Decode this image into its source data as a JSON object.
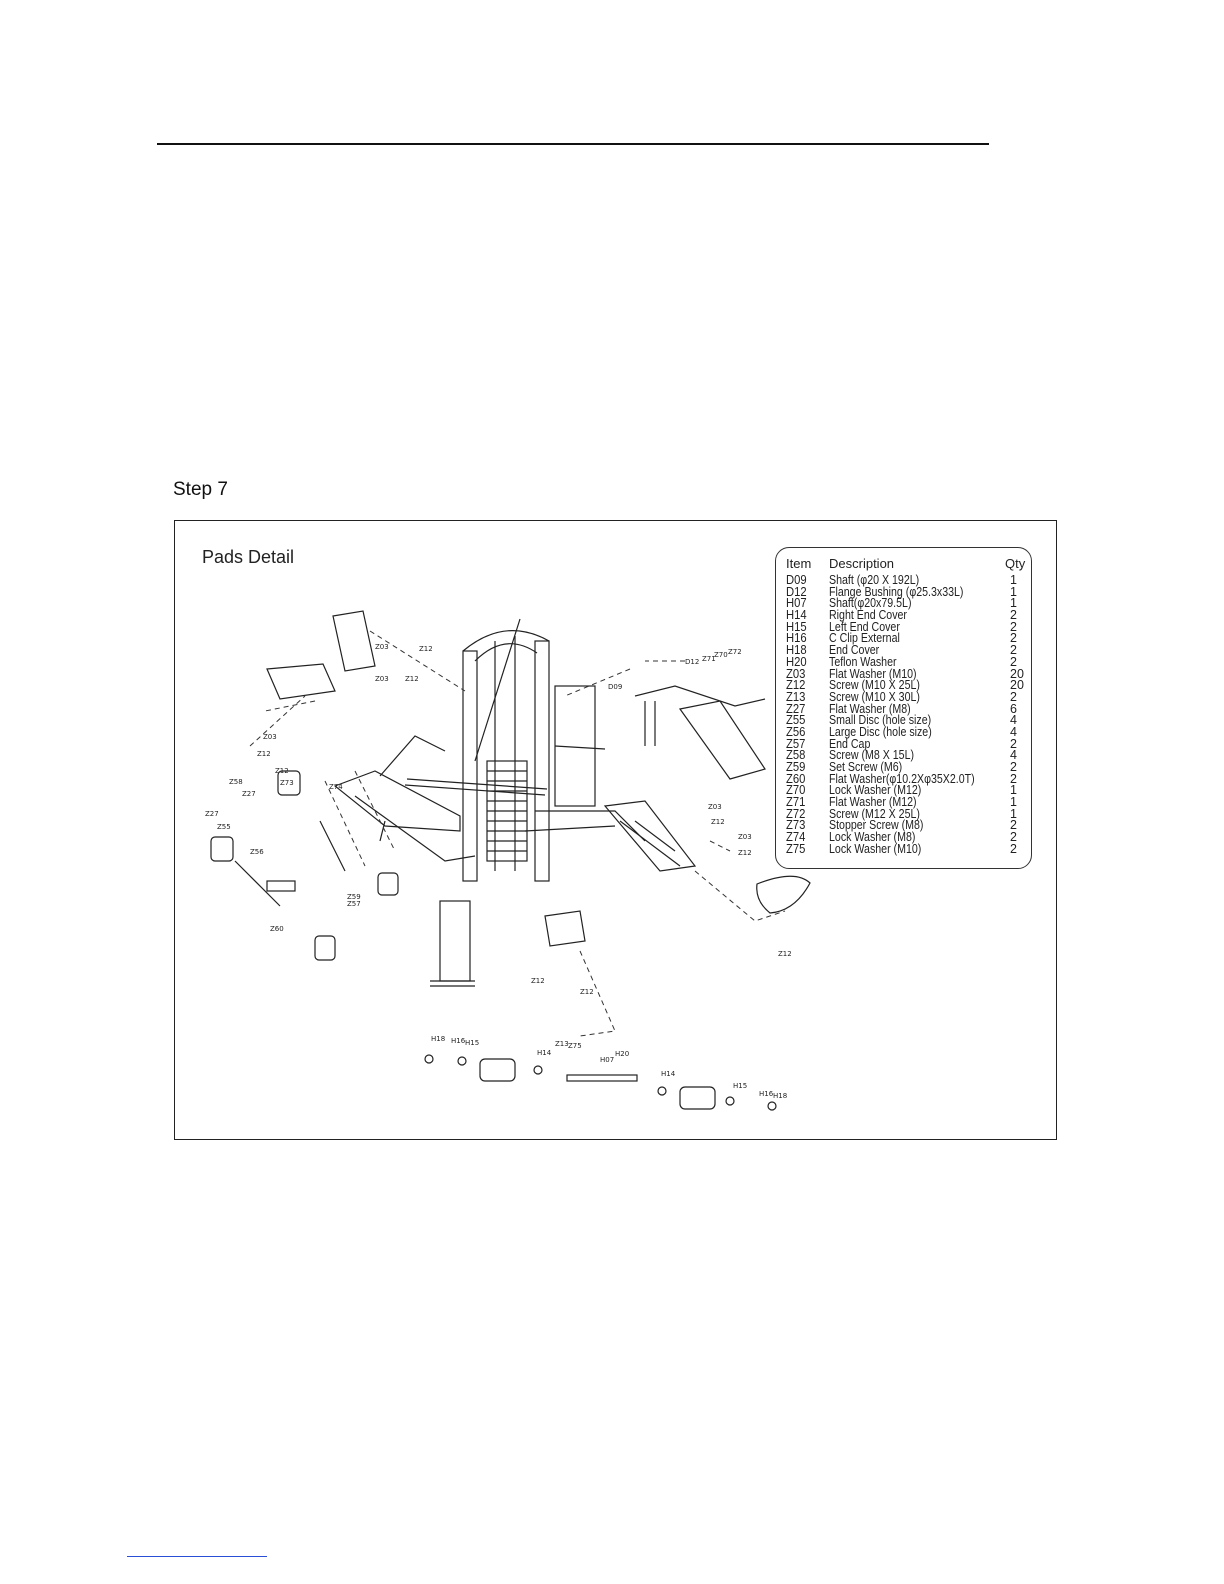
{
  "step": {
    "title": "Step 7"
  },
  "panel": {
    "title": "Pads Detail"
  },
  "parts_table": {
    "headers": {
      "item": "Item",
      "description": "Description",
      "qty": "Qty"
    },
    "rows": [
      {
        "item": "D09",
        "description": "Shaft (φ20 X 192L)",
        "qty": "1"
      },
      {
        "item": "D12",
        "description": "Flange Bushing (φ25.3x33L)",
        "qty": "1"
      },
      {
        "item": "H07",
        "description": "Shaft(φ20x79.5L)",
        "qty": "1"
      },
      {
        "item": "H14",
        "description": "Right End Cover",
        "qty": "2"
      },
      {
        "item": "H15",
        "description": "Left End Cover",
        "qty": "2"
      },
      {
        "item": "H16",
        "description": "C Clip External",
        "qty": "2"
      },
      {
        "item": "H18",
        "description": "End Cover",
        "qty": "2"
      },
      {
        "item": "H20",
        "description": "Teflon Washer",
        "qty": "2"
      },
      {
        "item": "Z03",
        "description": "Flat Washer  (M10)",
        "qty": "20"
      },
      {
        "item": "Z12",
        "description": "Screw  (M10 X 25L)",
        "qty": "20"
      },
      {
        "item": "Z13",
        "description": "Screw  (M10 X 30L)",
        "qty": "2"
      },
      {
        "item": "Z27",
        "description": "Flat Washer (M8)",
        "qty": "6"
      },
      {
        "item": "Z55",
        "description": "Small Disc (hole size)",
        "qty": "4"
      },
      {
        "item": "Z56",
        "description": "Large Disc (hole size)",
        "qty": "4"
      },
      {
        "item": "Z57",
        "description": "End Cap",
        "qty": "2"
      },
      {
        "item": "Z58",
        "description": "Screw  (M8 X 15L)",
        "qty": "4"
      },
      {
        "item": "Z59",
        "description": "Set Screw  (M6)",
        "qty": "2"
      },
      {
        "item": "Z60",
        "description": "Flat Washer(φ10.2Xφ35X2.0T)",
        "qty": "2"
      },
      {
        "item": "Z70",
        "description": "Lock Washer  (M12)",
        "qty": "1"
      },
      {
        "item": "Z71",
        "description": "Flat Washer  (M12)",
        "qty": "1"
      },
      {
        "item": "Z72",
        "description": "Screw  (M12 X 25L)",
        "qty": "1"
      },
      {
        "item": "Z73",
        "description": "Stopper Screw  (M8)",
        "qty": "2"
      },
      {
        "item": "Z74",
        "description": "Lock Washer  (M8)",
        "qty": "2"
      },
      {
        "item": "Z75",
        "description": "Lock Washer  (M10)",
        "qty": "2"
      }
    ]
  },
  "callouts": {
    "c1": "Z03",
    "c2": "Z12",
    "c3": "Z03",
    "c4": "Z12",
    "c5": "Z03",
    "c6": "Z12",
    "c7": "Z12",
    "c8": "Z73",
    "c9": "Z74",
    "c10": "Z27",
    "c11": "Z58",
    "c12": "Z27",
    "c13": "Z55",
    "c14": "Z56",
    "c15": "Z60",
    "c16": "Z57",
    "c17": "Z59",
    "c18": "D12",
    "c19": "Z71",
    "c20": "Z70",
    "c21": "Z72",
    "c22": "D09",
    "c23": "Z03",
    "c24": "Z12",
    "c25": "Z03",
    "c26": "Z12",
    "c27": "Z12",
    "c28": "H18",
    "c29": "H16",
    "c30": "H15",
    "c31": "H14",
    "c32": "Z13",
    "c33": "Z75",
    "c34": "H07",
    "c35": "H20",
    "c36": "H14",
    "c37": "H15",
    "c38": "H16",
    "c39": "H18",
    "c40": "Z12",
    "c41": "Z12"
  }
}
